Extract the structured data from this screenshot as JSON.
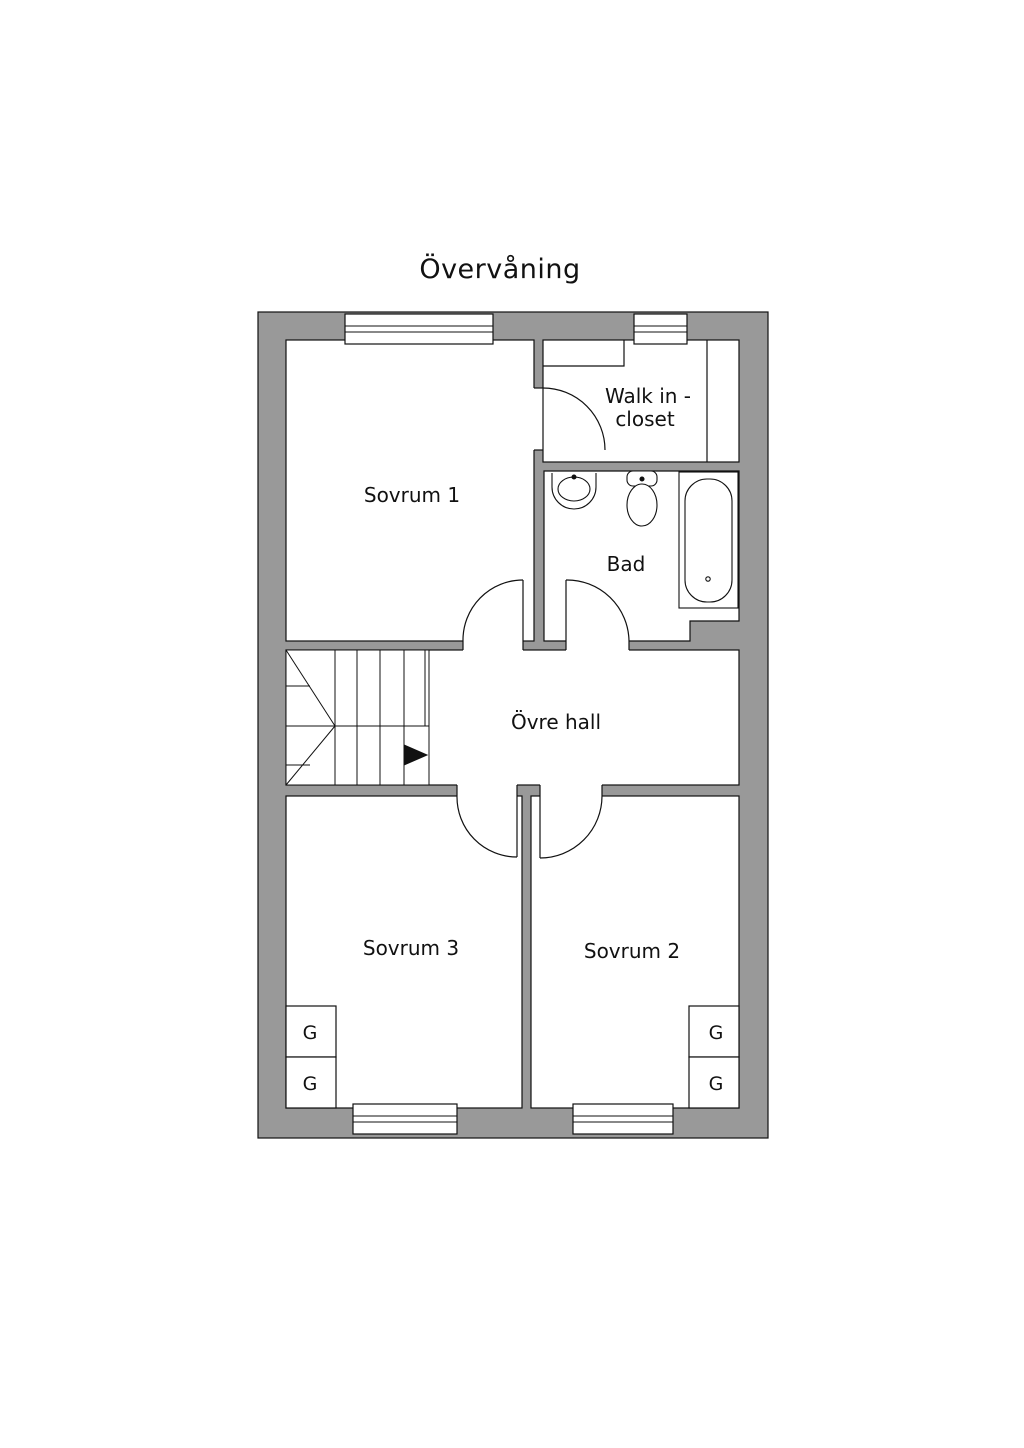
{
  "title": "Övervåning",
  "rooms": {
    "sovrum1": "Sovrum 1",
    "walkin_line1": "Walk in -",
    "walkin_line2": "closet",
    "bad": "Bad",
    "hall": "Övre hall",
    "sovrum3": "Sovrum 3",
    "sovrum2": "Sovrum 2"
  },
  "wardrobe_mark": "G",
  "colors": {
    "wall": "#999999",
    "line": "#111111",
    "floor": "#ffffff"
  }
}
